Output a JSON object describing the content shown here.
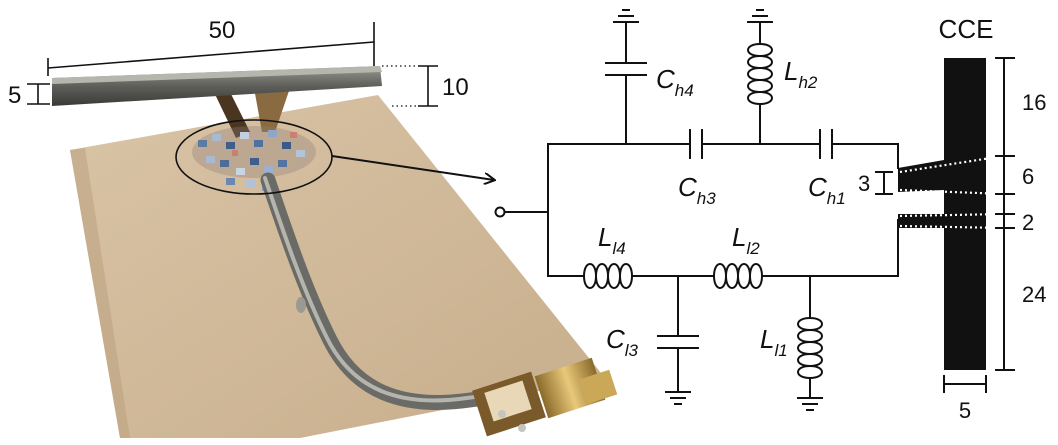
{
  "photo": {
    "dim_length": "50",
    "dim_left_height": "5",
    "dim_right_height": "10"
  },
  "circuit": {
    "components": {
      "Ch4": {
        "sym": "C",
        "sub": "h4"
      },
      "Lh2": {
        "sym": "L",
        "sub": "h2"
      },
      "Ch3": {
        "sym": "C",
        "sub": "h3"
      },
      "Ch1": {
        "sym": "C",
        "sub": "h1"
      },
      "Ll4": {
        "sym": "L",
        "sub": "l4"
      },
      "Ll2": {
        "sym": "L",
        "sub": "l2"
      },
      "Cl3": {
        "sym": "C",
        "sub": "l3"
      },
      "Ll1": {
        "sym": "L",
        "sub": "l1"
      }
    },
    "gap_label": "3"
  },
  "element": {
    "title": "CCE",
    "dims": [
      "16",
      "6",
      "2",
      "24"
    ],
    "width_label": "5"
  }
}
